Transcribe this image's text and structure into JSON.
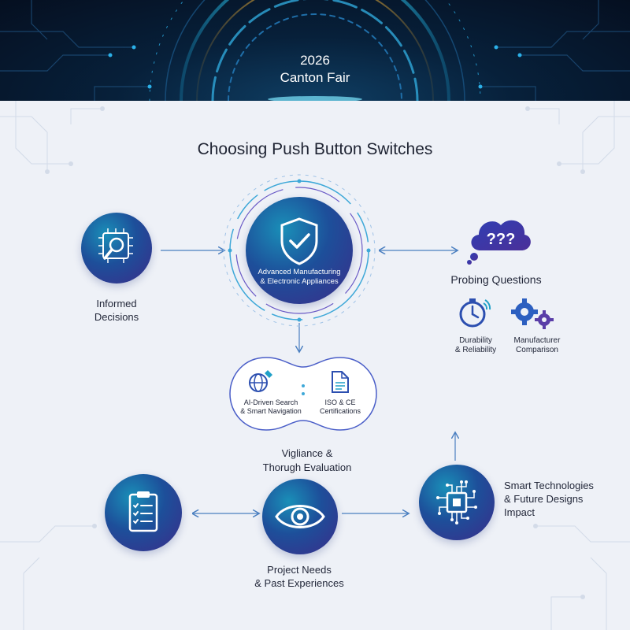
{
  "header": {
    "year": "2026",
    "event": "Canton Fair"
  },
  "title": "Choosing Push Button Switches",
  "center": {
    "label_line1": "Advanced Manufacturing",
    "label_line2": "& Electronic Appliances",
    "icon": "shield-check-icon"
  },
  "informed": {
    "line1": "Informed",
    "line2": "Decisions",
    "icon": "chip-magnifier-icon"
  },
  "probing": {
    "label": "Probing Questions",
    "icon_text": "???",
    "icon": "question-cloud-icon",
    "durability": {
      "line1": "Durability",
      "line2": "& Reliability",
      "icon": "stopwatch-icon"
    },
    "manufacturer": {
      "line1": "Manufacturer",
      "line2": "Comparison",
      "icon": "gears-icon"
    }
  },
  "pill": {
    "left": {
      "line1": "AI-Driven Search",
      "line2": "& Smart Navigation",
      "icon": "globe-satellite-icon"
    },
    "right": {
      "line1": "ISO & CE",
      "line2": "Certifications",
      "icon": "document-icon"
    }
  },
  "vigilance": {
    "line1": "Vigliance &",
    "line2": "Thorugh Evaluation"
  },
  "project": {
    "line1": "Project Needs",
    "line2": "& Past Experiences",
    "icon": "clipboard-checklist-icon"
  },
  "eye": {
    "icon": "eye-icon"
  },
  "smart": {
    "line1": "Smart Technologies",
    "line2": "& Future Designs",
    "line3": "Impact",
    "icon": "circuit-chip-icon"
  },
  "colors": {
    "header_bg": "#06152a",
    "accent_teal": "#1a8fb8",
    "accent_purple": "#3b2c8a",
    "connector": "#4a7fc0",
    "background": "#eef1f7"
  }
}
